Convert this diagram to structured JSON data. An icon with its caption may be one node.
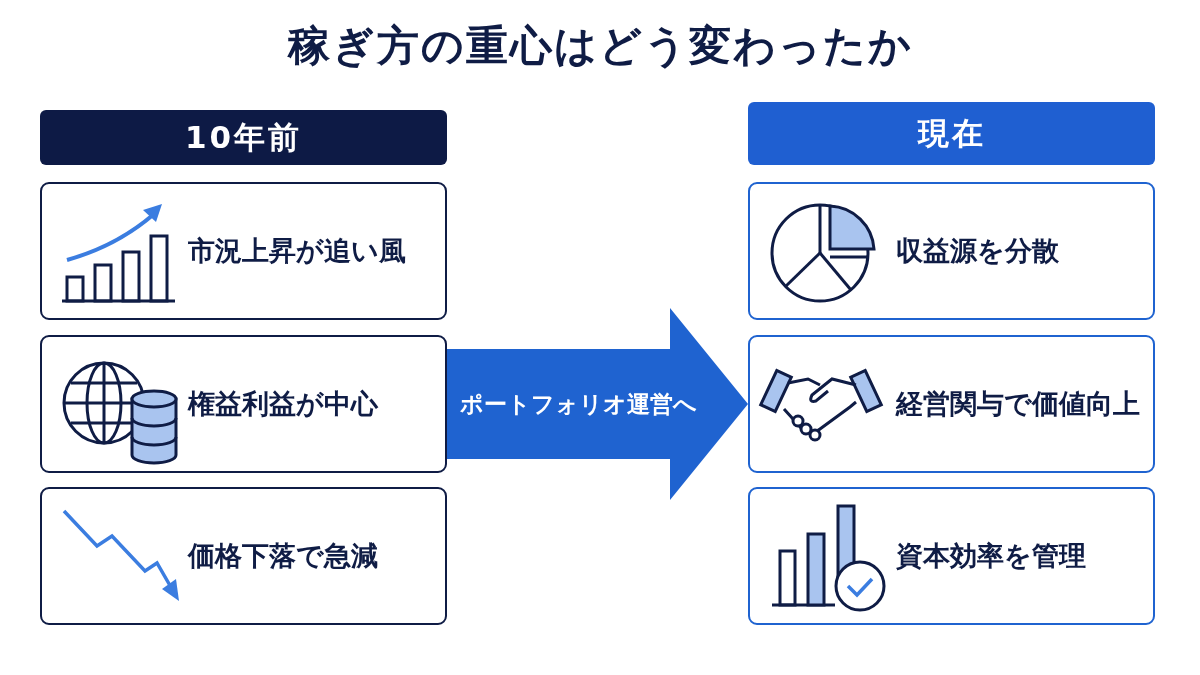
{
  "diagram": {
    "title": "稼ぎ方の重心はどう変わったか",
    "nodes": [
      {
        "text": [
          "10年前"
        ]
      },
      {
        "text": [
          "市況上昇が追い風"
        ]
      },
      {
        "text": [
          "権益利益が中心"
        ]
      },
      {
        "text": [
          "価格下落で急減"
        ]
      },
      {
        "text": [
          "現在"
        ]
      },
      {
        "text": [
          "収益源を分散"
        ]
      },
      {
        "text": [
          "経営関与で価値向上"
        ]
      },
      {
        "text": [
          "資本効率を管理"
        ]
      }
    ],
    "edges": [
      {
        "from": 2,
        "to": 6,
        "arrow": "to",
        "label": "ポートフォリオ運営へ"
      }
    ]
  }
}
